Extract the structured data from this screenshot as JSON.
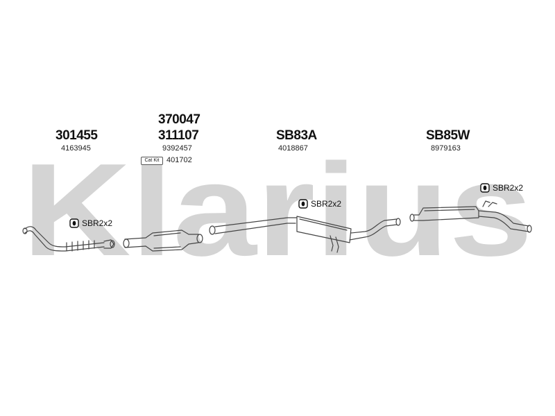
{
  "brand": "Klarius",
  "columns": [
    {
      "part_numbers": [
        "301455"
      ],
      "oe_number": "4163945"
    },
    {
      "part_numbers": [
        "370047",
        "311107"
      ],
      "oe_number": "9392457",
      "kit_label": "Cat Kit",
      "kit_number": "401702"
    },
    {
      "part_numbers": [
        "SB83A"
      ],
      "oe_number": "4018867"
    },
    {
      "part_numbers": [
        "SB85W"
      ],
      "oe_number": "8979163"
    }
  ],
  "hangers": [
    {
      "label": "SBR2x2"
    },
    {
      "label": "SBR2x2"
    },
    {
      "label": "SBR2x2"
    }
  ],
  "colors": {
    "watermark": "#d4d4d4",
    "line": "#444444"
  },
  "icons": {
    "hanger": "rubber-hanger-icon"
  }
}
